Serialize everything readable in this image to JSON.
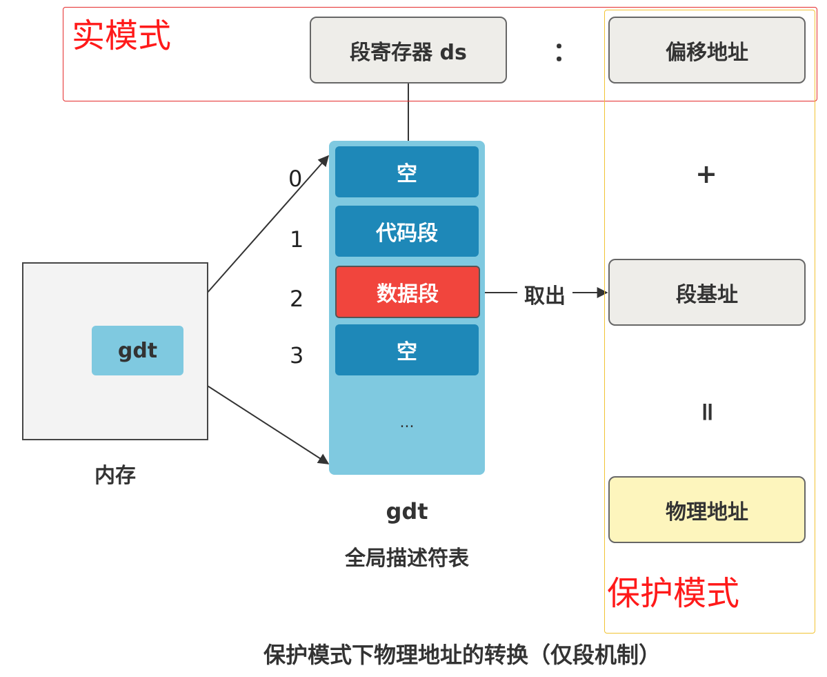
{
  "real_mode": {
    "label": "实模式",
    "segment_register": "段寄存器 ds",
    "colon": "：",
    "offset": "偏移地址"
  },
  "protected_mode": {
    "label": "保护模式",
    "plus": "+",
    "segment_base": "段基址",
    "equals": "॥",
    "physical_address": "物理地址"
  },
  "gdt": {
    "entries": [
      {
        "index": "0",
        "label": "空"
      },
      {
        "index": "1",
        "label": "代码段"
      },
      {
        "index": "2",
        "label": "数据段"
      },
      {
        "index": "3",
        "label": "空"
      }
    ],
    "ellipsis": "...",
    "caption_title": "gdt",
    "caption_subtitle": "全局描述符表"
  },
  "memory": {
    "chip_label": "gdt",
    "caption": "内存"
  },
  "fetch_label": "取出",
  "title": "保护模式下物理地址的转换（仅段机制）",
  "colors": {
    "region_red": "#e52b2b",
    "region_yellow": "#f1c232",
    "entry_blue": "#1e88b8",
    "entry_red": "#f1453d",
    "table_bg": "#7fc9e0",
    "physical_box": "#fdf5bd"
  }
}
